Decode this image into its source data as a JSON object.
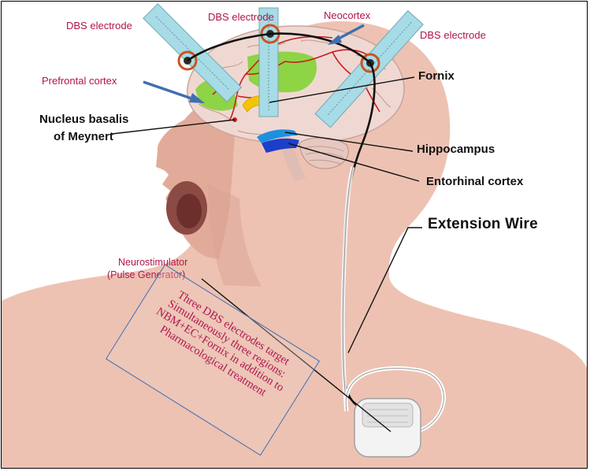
{
  "labels": {
    "dbs_left": "DBS electrode",
    "dbs_center": "DBS electrode",
    "dbs_right": "DBS electrode",
    "neocortex": "Neocortex",
    "prefrontal": "Prefrontal cortex",
    "fornix": "Fornix",
    "nbm_line1": "Nucleus basalis",
    "nbm_line2": "of Meynert",
    "hippocampus": "Hippocampus",
    "entorhinal": "Entorhinal cortex",
    "extension_wire": "Extension Wire",
    "neurostim_line1": "Neurostimulator",
    "neurostim_line2": "(Pulse Generator)"
  },
  "callout": {
    "lines": [
      "Three DBS electrodes target",
      "Simultaneously three regions:",
      "NBM+EC+Fornix  in addition to",
      "Pharmacological treatment"
    ]
  },
  "colors": {
    "label_red": "#b0154b",
    "skin": "#edc2b3",
    "skin_dark": "#d9a08e",
    "electrode": "#a7dbe6",
    "electrode_ring": "#c8541f",
    "green_region": "#8ed445",
    "fornix_yellow": "#f5c400",
    "hippocampus_blue": "#1f8fe0",
    "entorhinal_blue": "#1b3fc8",
    "callout_border": "#3f6fb0"
  }
}
